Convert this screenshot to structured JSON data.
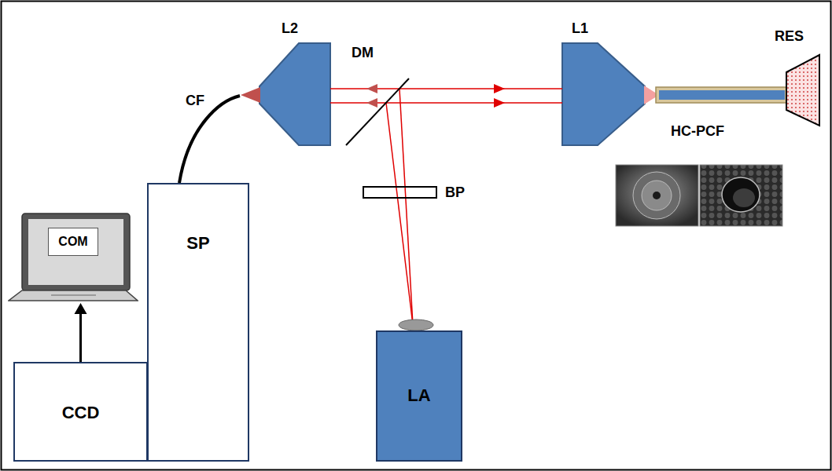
{
  "diagram": {
    "nodes": [
      {
        "text": [
          "COM"
        ]
      },
      {
        "text": [
          "SP"
        ]
      },
      {
        "text": [
          "CCD"
        ]
      },
      {
        "text": [
          "LA"
        ]
      }
    ],
    "edges": [
      {
        "from": 2,
        "to": 0,
        "arrow": "to"
      }
    ],
    "labels": [
      "L2",
      "DM",
      "L1",
      "RES",
      "HC-PCF",
      "CF",
      "BP"
    ]
  }
}
